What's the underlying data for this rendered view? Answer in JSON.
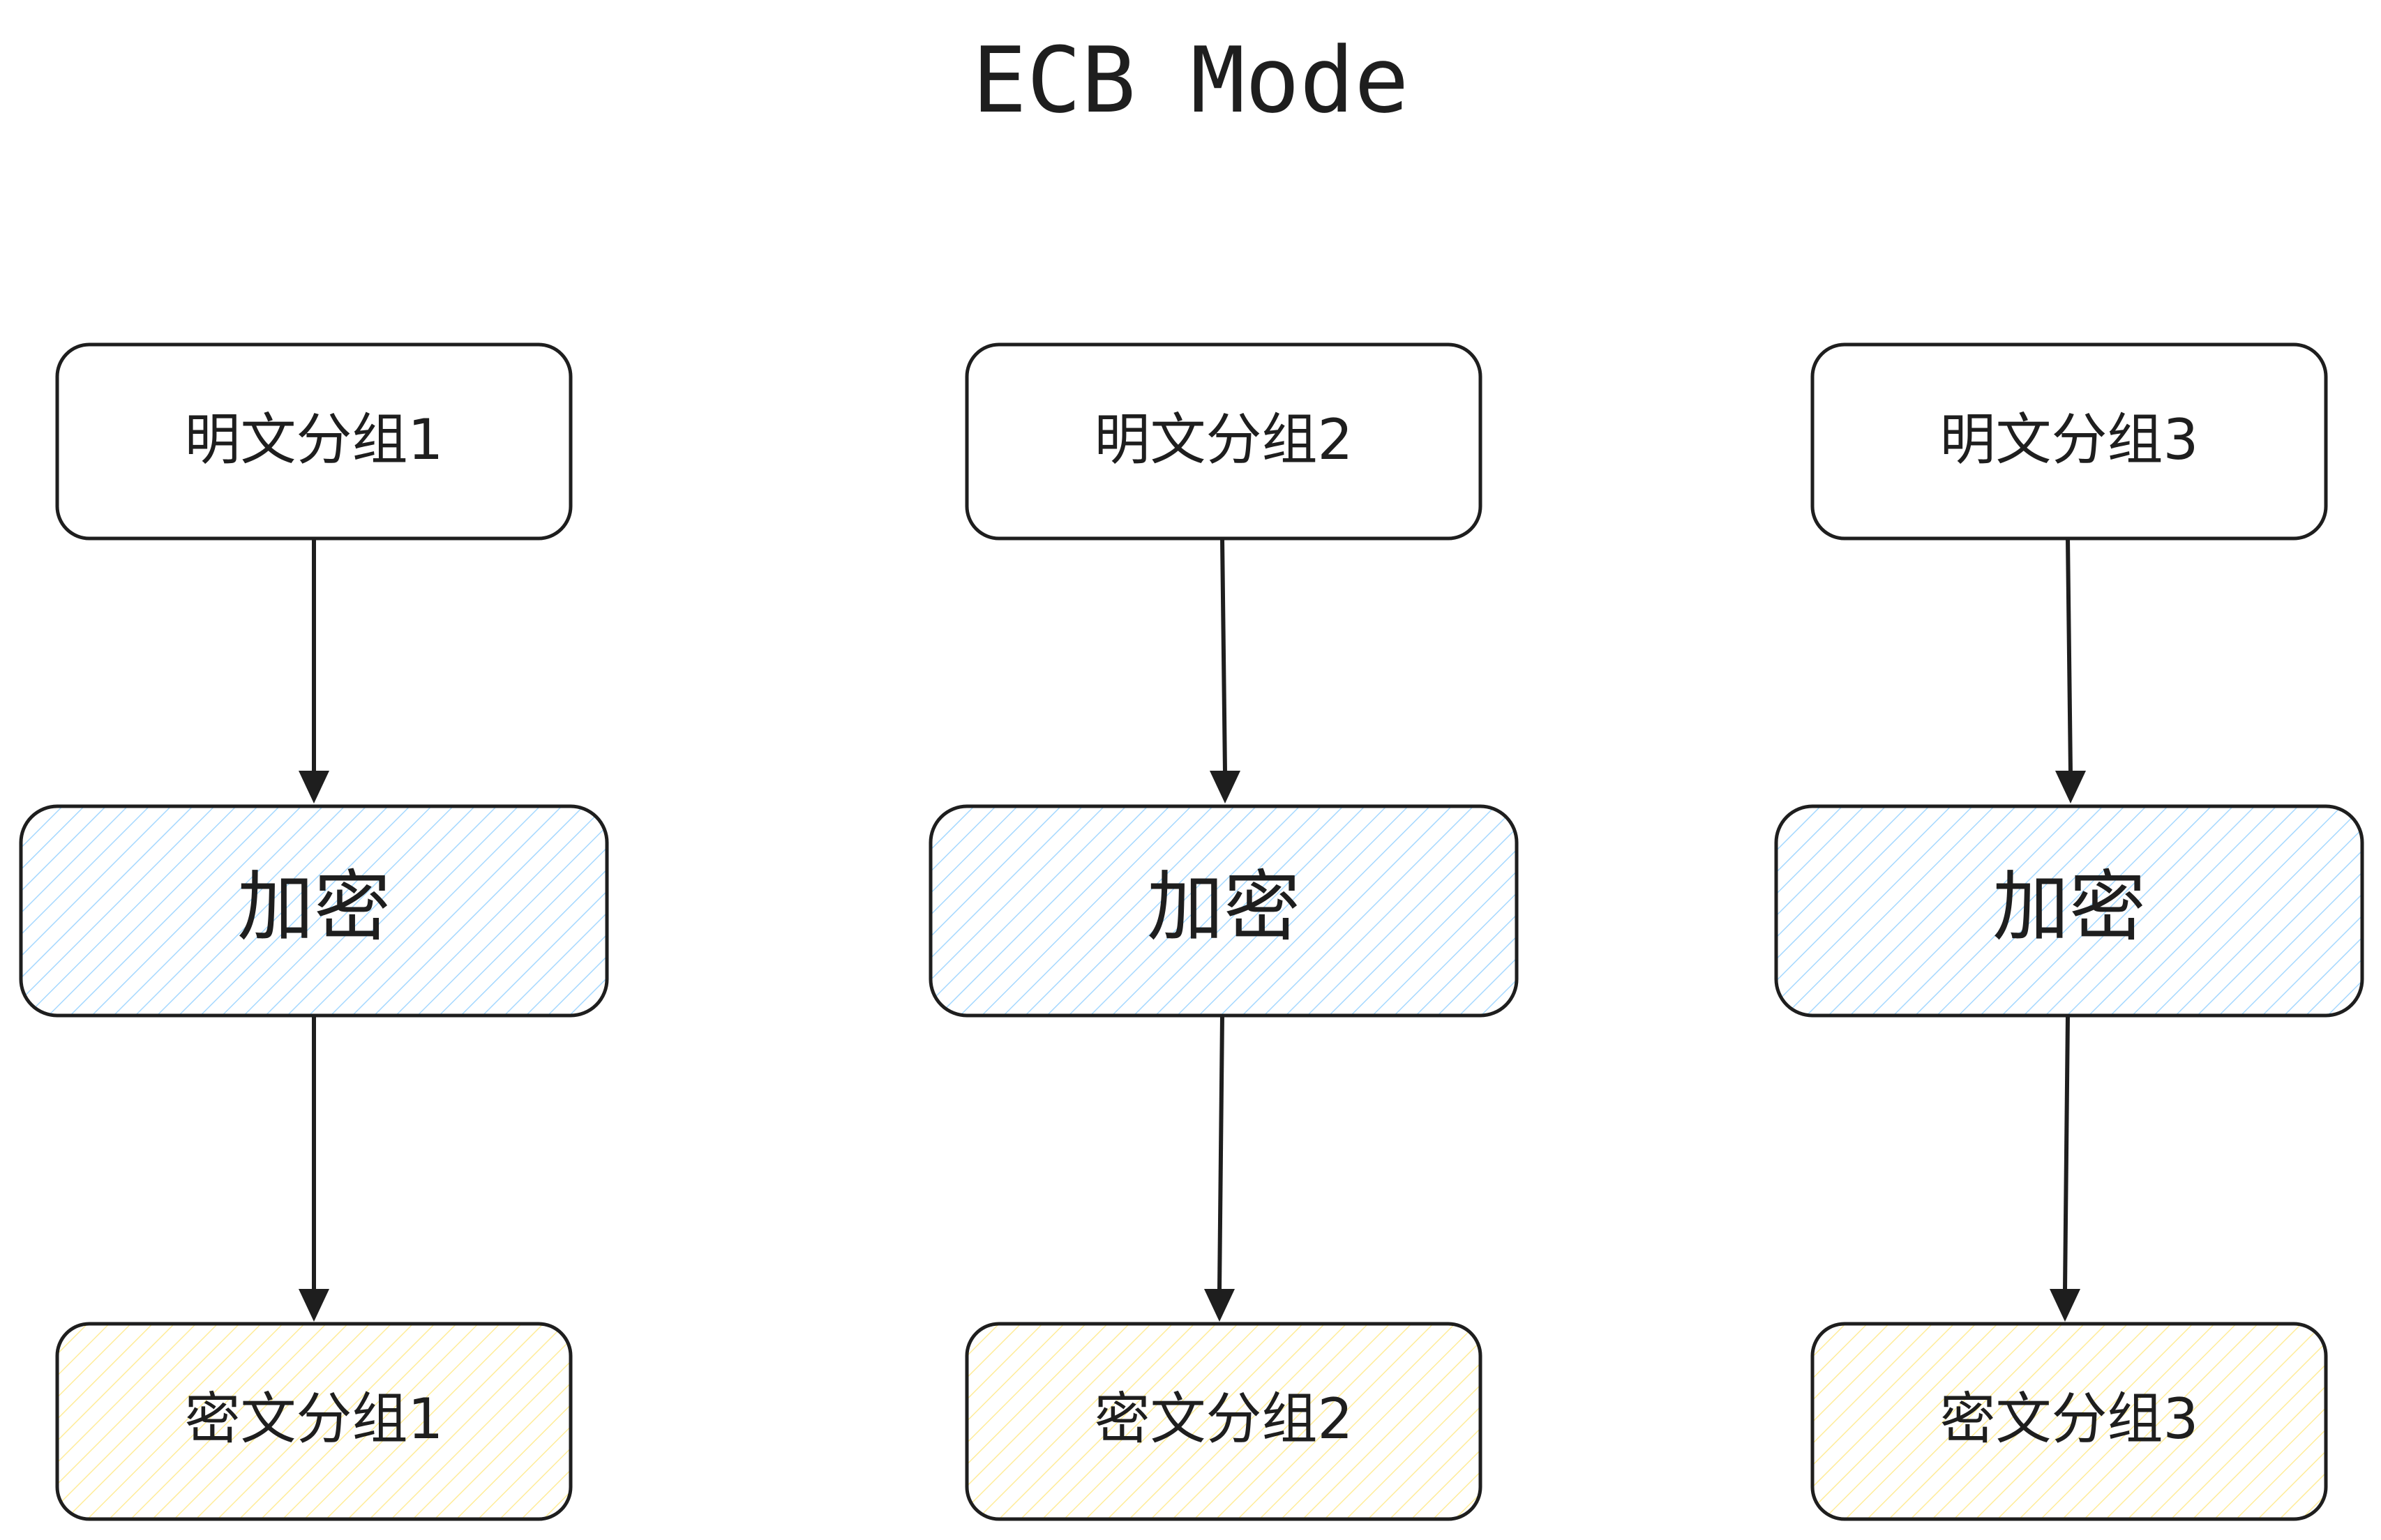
{
  "title": "ECB Mode",
  "colors": {
    "stroke": "#1e1e1e",
    "encrypt_hatch": "#a5d8ff",
    "cipher_hatch": "#ffec99",
    "background": "#ffffff"
  },
  "columns": [
    {
      "plaintext": "明文分组1",
      "process": "加密",
      "ciphertext": "密文分组1"
    },
    {
      "plaintext": "明文分组2",
      "process": "加密",
      "ciphertext": "密文分组2"
    },
    {
      "plaintext": "明文分组3",
      "process": "加密",
      "ciphertext": "密文分组3"
    }
  ]
}
